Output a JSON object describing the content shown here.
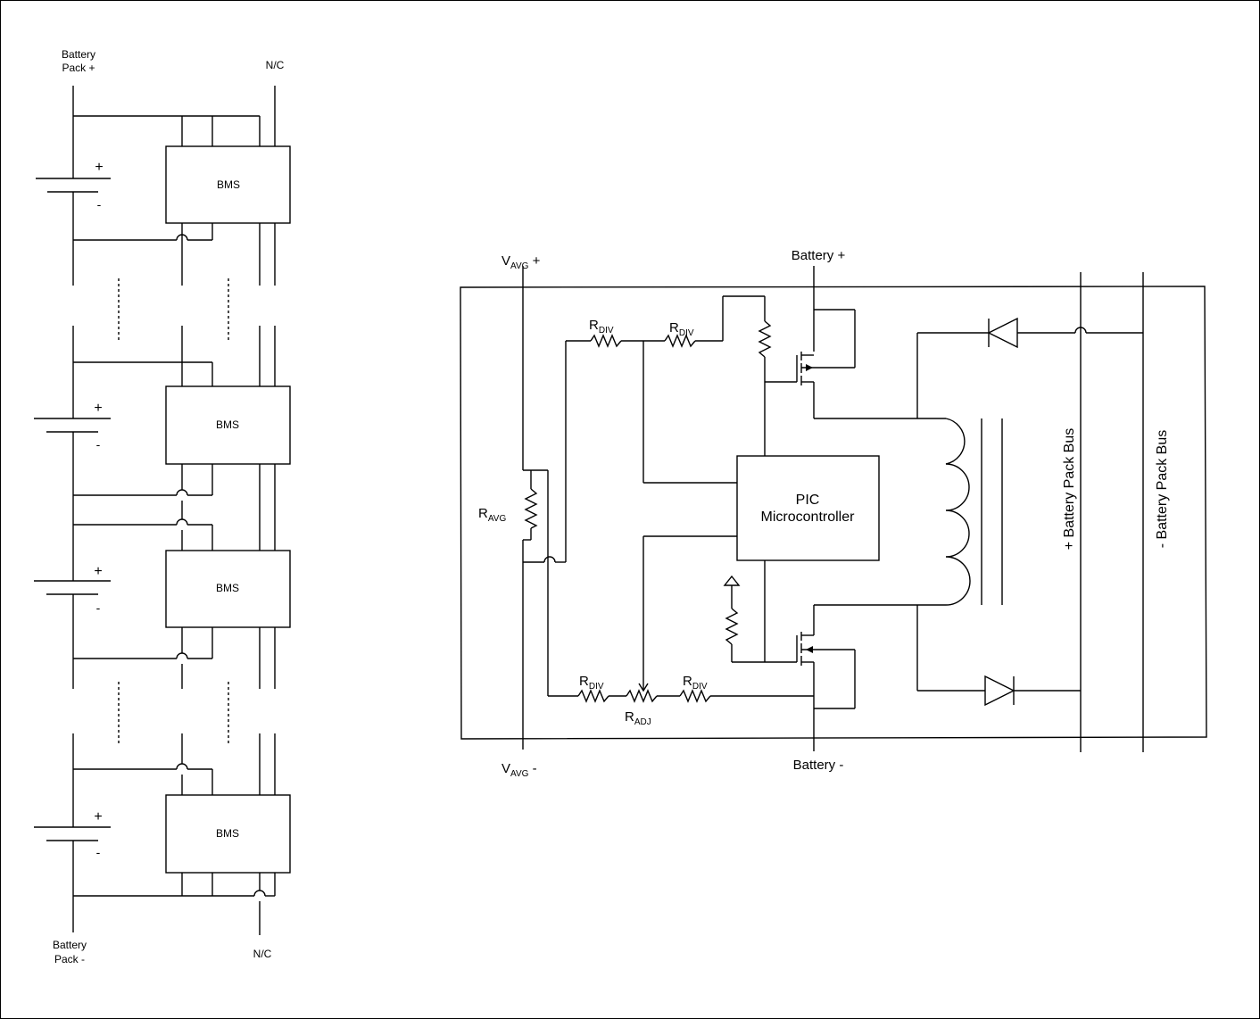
{
  "left": {
    "battery_pack_plus": [
      "Battery",
      "Pack +"
    ],
    "battery_pack_minus": [
      "Battery",
      "Pack -"
    ],
    "nc_top": "N/C",
    "nc_bottom": "N/C",
    "bms_label": "BMS",
    "cell_plus": "+",
    "cell_minus": "-"
  },
  "right": {
    "vavg_plus": {
      "main": "V",
      "sub": "AVG",
      "suffix": " +"
    },
    "vavg_minus": {
      "main": "V",
      "sub": "AVG",
      "suffix": " -"
    },
    "battery_plus": "Battery +",
    "battery_minus": "Battery -",
    "ravg": {
      "main": "R",
      "sub": "AVG"
    },
    "rdiv": {
      "main": "R",
      "sub": "DIV"
    },
    "radj": {
      "main": "R",
      "sub": "ADJ"
    },
    "pic_line1": "PIC",
    "pic_line2": "Microcontroller",
    "plus_bus": "+ Battery Pack Bus",
    "minus_bus": "- Battery Pack Bus"
  }
}
